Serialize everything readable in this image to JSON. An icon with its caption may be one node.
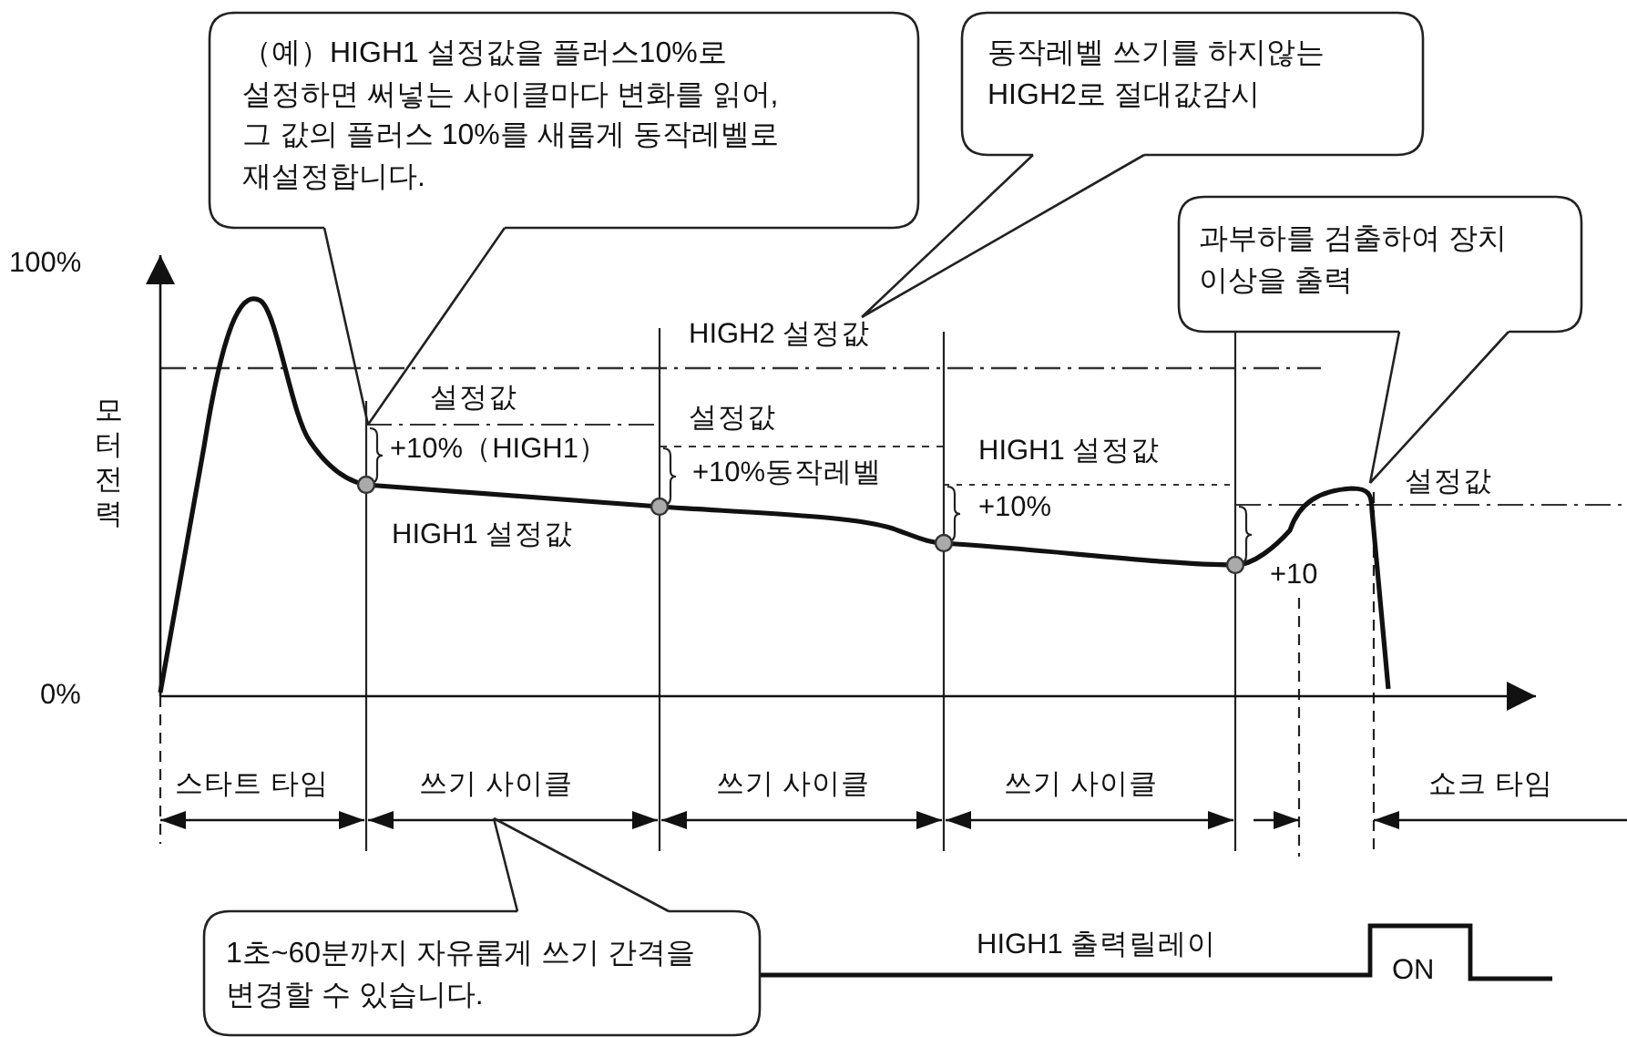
{
  "diagram": {
    "nodes": [
      {
        "text": [
          "（예）HIGH1 설정값을 플러스10%로 설정하면 써넣는 사이클마다 변화를 읽어, 그 값의 플러스 10%를 새롭게 동작레벨로 재설정합니다."
        ]
      },
      {
        "text": [
          "동작레벨 쓰기를 하지않는 HIGH2로 절대값감시"
        ]
      },
      {
        "text": [
          "과부하를 검출하여 장치 이상을 출력"
        ]
      },
      {
        "text": [
          "1초~60분까지 자유롭게 쓰기 간격을 변경할 수 있습니다."
        ]
      },
      {
        "text": [
          "HIGH2 설정값"
        ]
      },
      {
        "text": [],
        "shape": "line"
      }
    ],
    "edges": [
      {
        "from": 0,
        "to": 5,
        "arrow": "none"
      },
      {
        "from": 1,
        "to": 4,
        "arrow": "none"
      },
      {
        "from": 2,
        "to": null,
        "arrow": "none"
      },
      {
        "from": 3,
        "to": null,
        "arrow": "none"
      }
    ],
    "labels": [
      "100%",
      "설정값",
      "모터 전력",
      "설정값",
      "+10%（HIGH1）",
      "HIGH1 설정값",
      "+10%동작레벨",
      "설정값",
      "+10%",
      "HIGH1 설정값",
      "+10",
      "0%",
      "스타트 타임",
      "쓰기 사이클",
      "쓰기 사이클",
      "쓰기 사이클",
      "쇼크 타임",
      "HIGH1 출력릴레이",
      "ON"
    ]
  }
}
